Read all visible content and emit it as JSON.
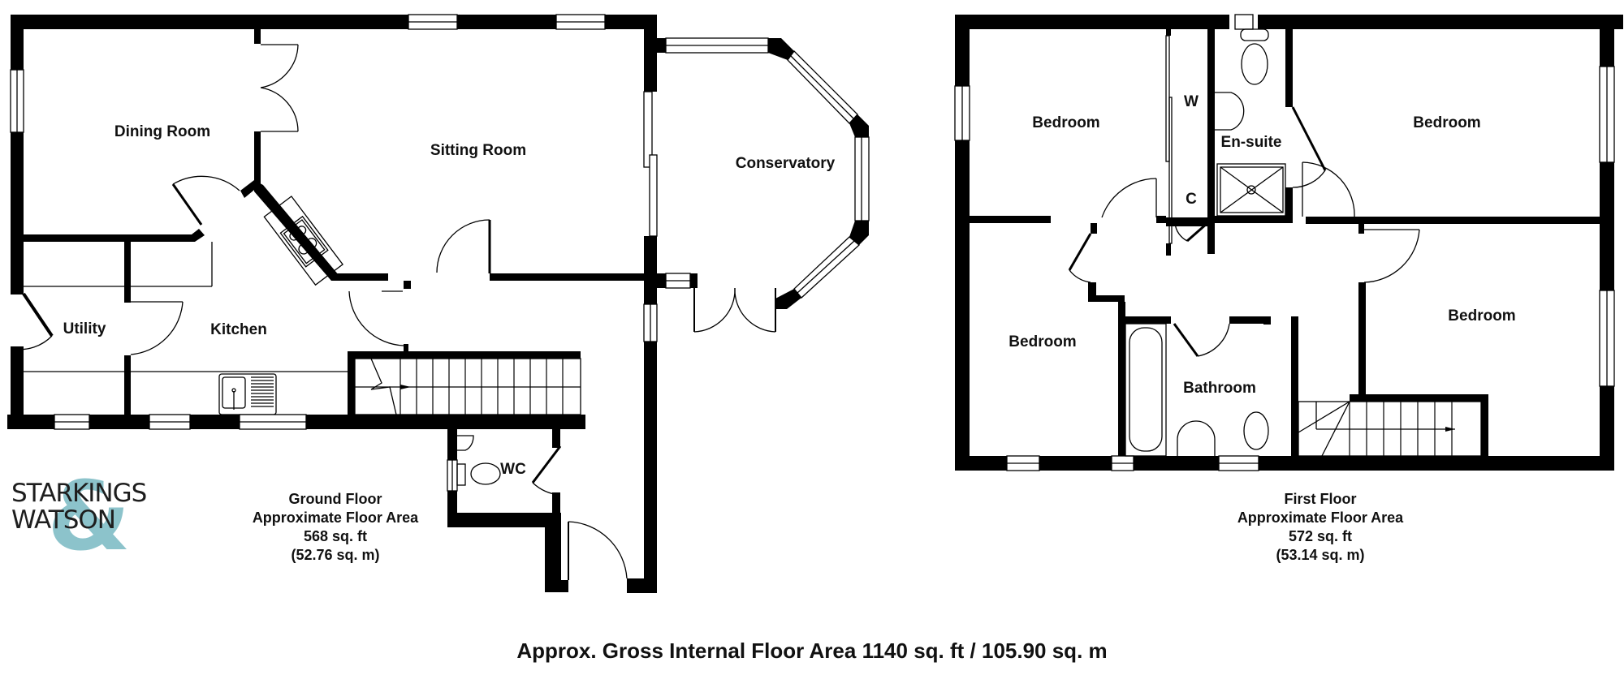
{
  "ground_floor": {
    "rooms": {
      "dining": "Dining Room",
      "sitting": "Sitting Room",
      "conservatory": "Conservatory",
      "utility": "Utility",
      "kitchen": "Kitchen",
      "wc": "WC"
    },
    "area": {
      "title": "Ground Floor",
      "subtitle": "Approximate Floor Area",
      "sqft": "568 sq. ft",
      "sqm": "(52.76 sq. m)"
    }
  },
  "first_floor": {
    "rooms": {
      "bedroom_nw": "Bedroom",
      "wardrobe": "W",
      "ensuite": "En-suite",
      "bedroom_ne": "Bedroom",
      "cupboard": "C",
      "bedroom_sw": "Bedroom",
      "bathroom": "Bathroom",
      "bedroom_se": "Bedroom"
    },
    "area": {
      "title": "First Floor",
      "subtitle": "Approximate Floor Area",
      "sqft": "572 sq. ft",
      "sqm": "(53.14 sq. m)"
    }
  },
  "total": "Approx. Gross Internal Floor Area 1140 sq. ft / 105.90 sq. m",
  "logo": {
    "line1": "STARKINGS",
    "line2": "WATSON",
    "ampersand": "&",
    "accent_color": "#8cc3cb"
  }
}
